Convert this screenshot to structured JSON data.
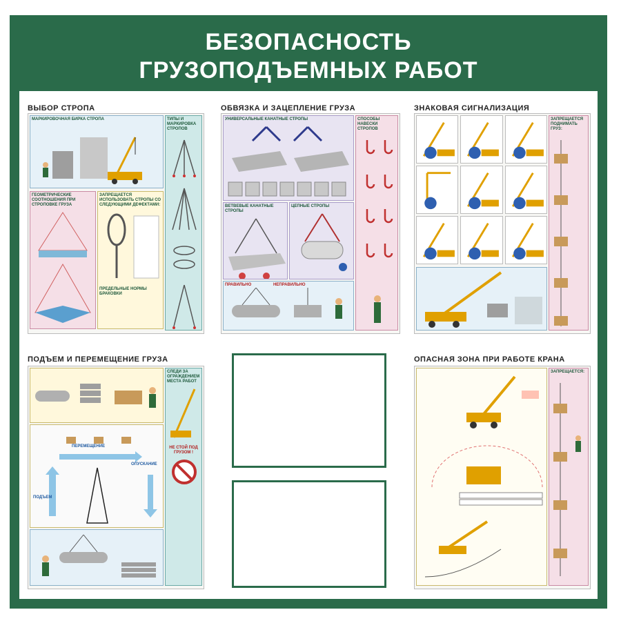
{
  "header": {
    "line1": "БЕЗОПАСНОСТЬ",
    "line2": "ГРУЗОПОДЪЕМНЫХ РАБОТ"
  },
  "colors": {
    "brand_green": "#2a6b4a",
    "warning_red": "#b21e1e",
    "card_yellow": "#fff8dc"
  },
  "panels": {
    "sling": {
      "title": "ВЫБОР СТРОПА",
      "marking_label": "МАРКИРОВОЧНАЯ БИРКА СТРОПА",
      "geometry_label": "ГЕОМЕТРИЧЕСКИЕ СООТНОШЕНИЯ ПРИ СТРОПОВКЕ ГРУЗА",
      "defects_label": "ЗАПРЕЩАЕТСЯ ИСПОЛЬЗОВАТЬ СТРОПЫ СО СЛЕДУЮЩИМИ ДЕФЕКТАМИ:",
      "types_label": "ТИПЫ И МАРКИРОВКА СТРОПОВ",
      "table_title": "ПРЕДЕЛЬНЫЕ НОРМЫ БРАКОВКИ"
    },
    "rigging": {
      "title": "ОБВЯЗКА И ЗАЦЕПЛЕНИЕ ГРУЗА",
      "methods_label": "СПОСОБЫ НАВЕСКИ СТРОПОВ",
      "universal_label": "УНИВЕРСАЛЬНЫЕ КАНАТНЫЕ СТРОПЫ",
      "branch_label": "ВЕТВЕВЫЕ КАНАТНЫЕ СТРОПЫ",
      "chain_label": "ЦЕПНЫЕ СТРОПЫ",
      "right_label": "ПРАВИЛЬНО",
      "wrong_label": "НЕПРАВИЛЬНО"
    },
    "signals": {
      "title": "ЗНАКОВАЯ СИГНАЛИЗАЦИЯ",
      "forbidden_label": "ЗАПРЕЩАЕТСЯ ПОДНИМАТЬ ГРУЗ:"
    },
    "lifting": {
      "title": "ПОДЪЕМ И ПЕРЕМЕЩЕНИЕ ГРУЗА",
      "lift_label": "ПОДЪЕМ",
      "move_label": "ПЕРЕМЕЩЕНИЕ",
      "lower_label": "ОПУСКАНИЕ",
      "fence_label": "СЛЕДИ ЗА ОГРАЖДЕНИЕМ МЕСТА РАБОТ",
      "stand_label": "НЕ СТОЙ ПОД ГРУЗОМ !"
    },
    "danger": {
      "title": "ОПАСНАЯ ЗОНА ПРИ РАБОТЕ КРАНА",
      "forbidden_label": "ЗАПРЕЩАЕТСЯ:"
    }
  }
}
